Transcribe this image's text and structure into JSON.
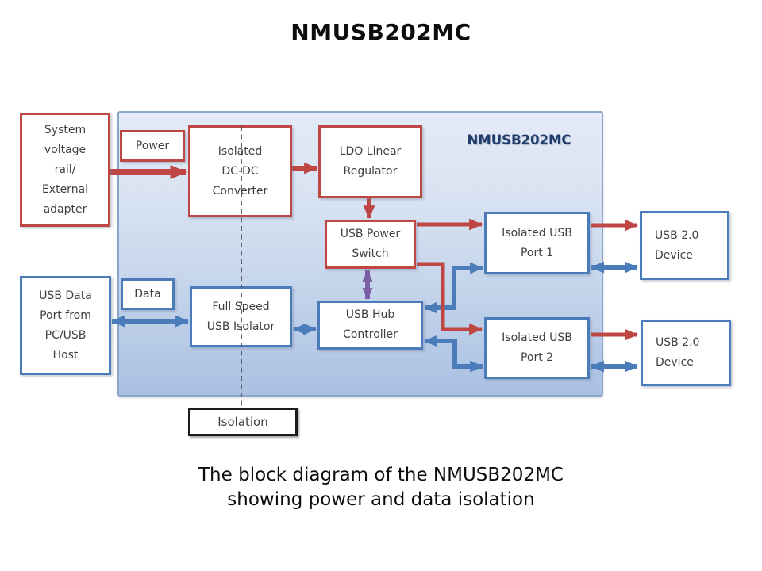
{
  "title": "NMUSB202MC",
  "panel": {
    "label": "NMUSB202MC"
  },
  "blocks": {
    "system_voltage_rail": {
      "lines": [
        "System",
        "voltage",
        "rail/",
        "External",
        "adapter"
      ]
    },
    "power_tag": {
      "lines": [
        "Power"
      ]
    },
    "isolated_dcdc_converter": {
      "lines": [
        "Isolated",
        "DC-DC",
        "Converter"
      ]
    },
    "ldo_linear_regulator": {
      "lines": [
        "LDO Linear",
        "Regulator"
      ]
    },
    "usb_power_switch": {
      "lines": [
        "USB Power",
        "Switch"
      ]
    },
    "isolated_usb_port1": {
      "lines": [
        "Isolated USB",
        "Port 1"
      ]
    },
    "usb20_device_top": {
      "lines": [
        "USB 2.0",
        "Device"
      ]
    },
    "usb_data_port": {
      "lines": [
        "USB Data",
        "Port from",
        "PC/USB",
        "Host"
      ]
    },
    "data_tag": {
      "lines": [
        "Data"
      ]
    },
    "full_speed_usb_isolator": {
      "lines": [
        "Full Speed",
        "USB Isolator"
      ]
    },
    "usb_hub_controller": {
      "lines": [
        "USB Hub",
        "Controller"
      ]
    },
    "isolated_usb_port2": {
      "lines": [
        "Isolated USB",
        "Port 2"
      ]
    },
    "usb20_device_bottom": {
      "lines": [
        "USB 2.0",
        "Device"
      ]
    },
    "isolation_tag": {
      "lines": [
        "Isolation"
      ]
    }
  },
  "caption": {
    "line1": "The block diagram of the NMUSB202MC",
    "line2": "showing power and data isolation"
  },
  "colors": {
    "power_red": "#bf4743",
    "data_blue": "#4a7cba",
    "control_purple": "#7b5fa5",
    "panel_border": "#8ba6ca",
    "panel_fill_top": "#e4ebf7",
    "panel_fill_bottom": "#a9c0e2",
    "label_navy": "#1f3c6b",
    "box_text": "#404040",
    "isolation_black": "#1c1c1c",
    "title_black": "#0d0d0d"
  }
}
